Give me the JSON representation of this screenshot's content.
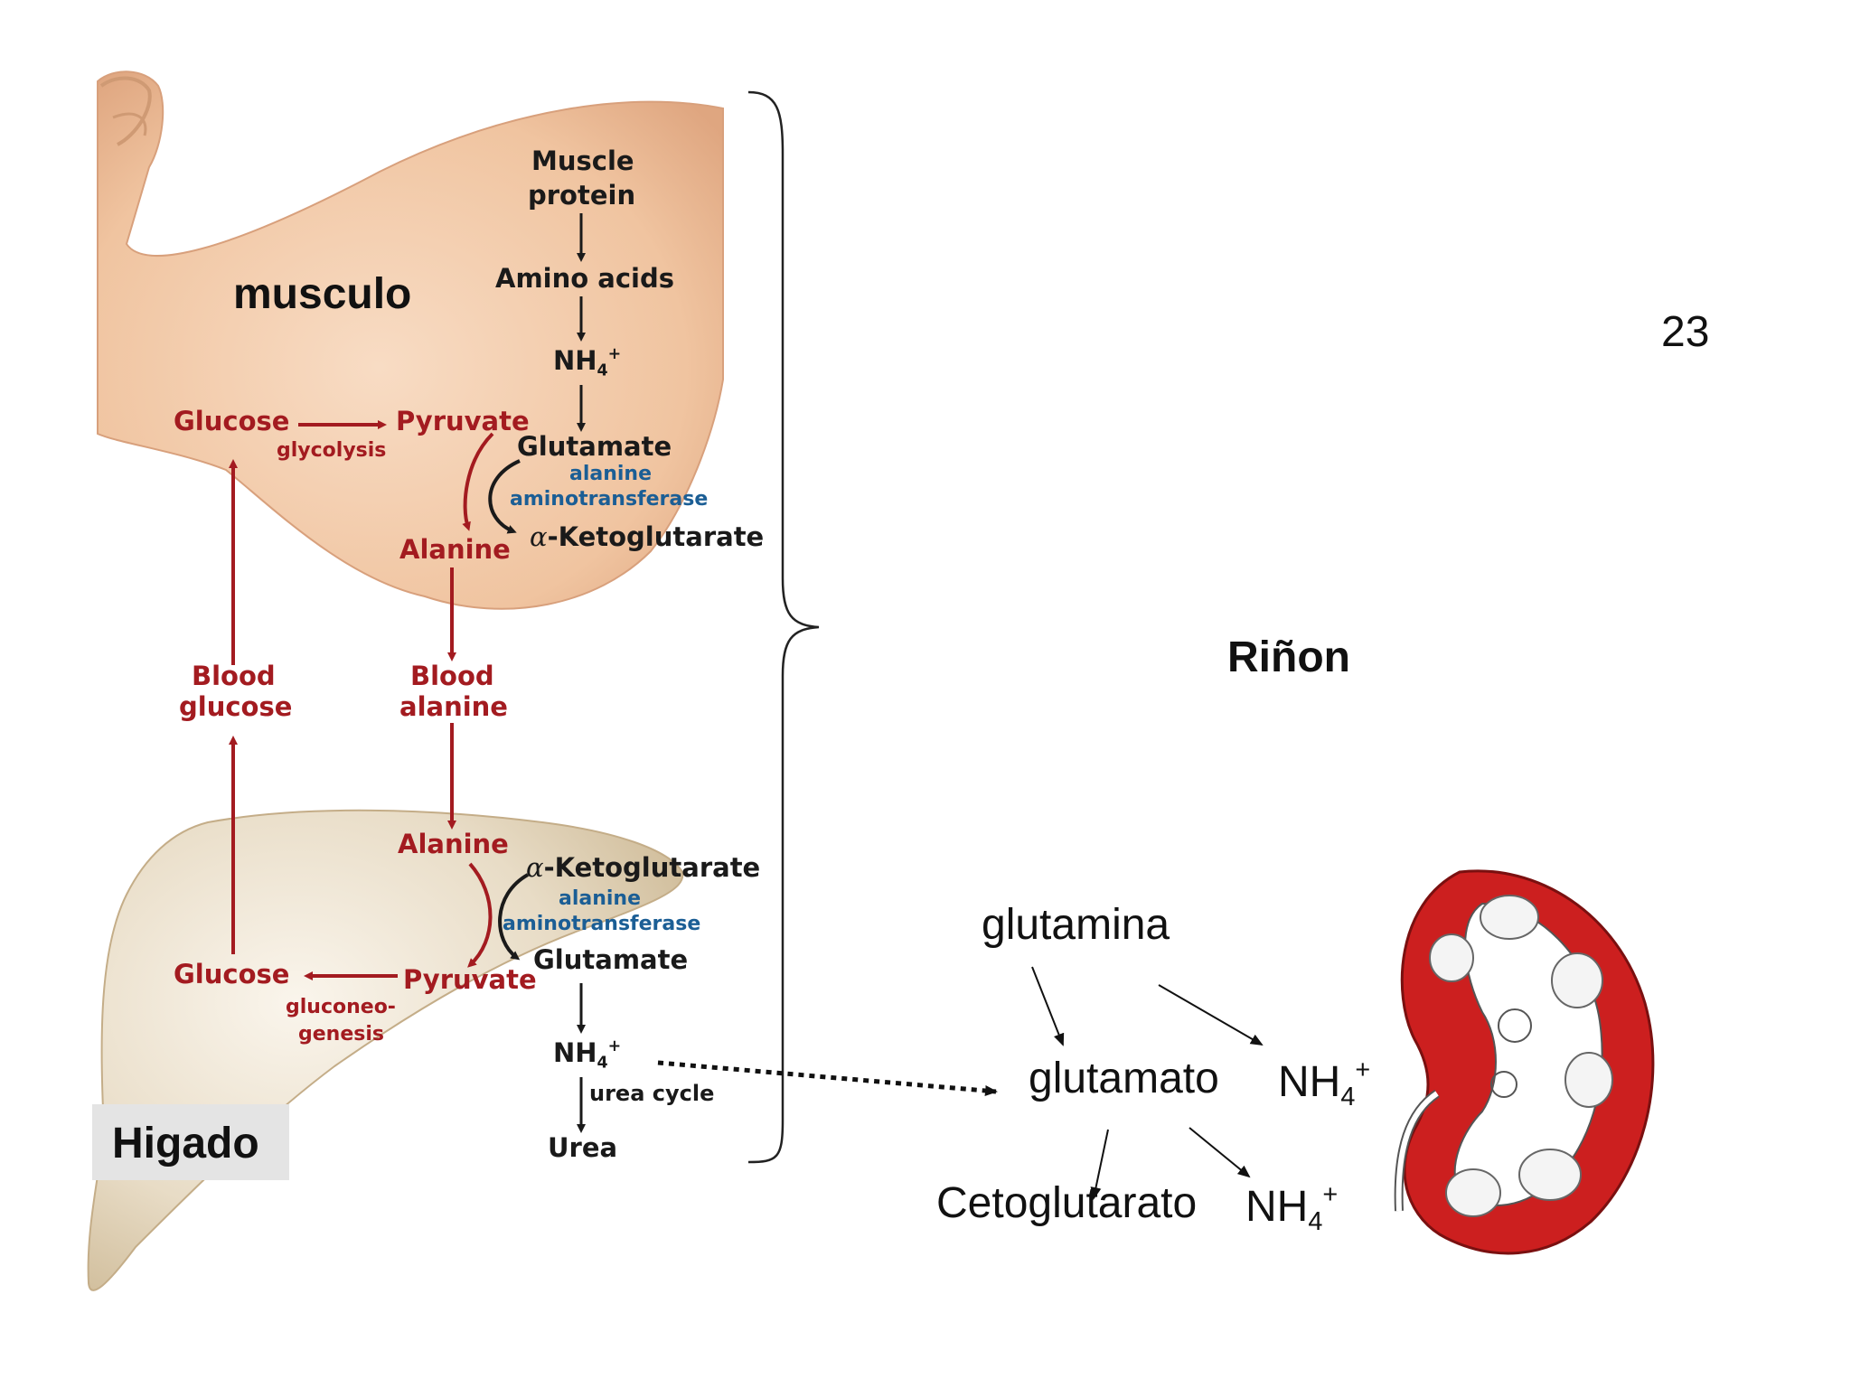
{
  "slide": {
    "page_number": "23",
    "label_muscle": "musculo",
    "label_liver": "Higado",
    "label_kidney": "Riñon"
  },
  "muscle": {
    "muscle_protein_line1": "Muscle",
    "muscle_protein_line2": "protein",
    "amino_acids": "Amino acids",
    "nh4": "NH",
    "glucose": "Glucose",
    "pyruvate": "Pyruvate",
    "glycolysis": "glycolysis",
    "glutamate": "Glutamate",
    "enzyme_line1": "alanine",
    "enzyme_line2": "aminotransferase",
    "alanine": "Alanine",
    "ketoglutarate": "-Ketoglutarate"
  },
  "blood": {
    "glucose_line1": "Blood",
    "glucose_line2": "glucose",
    "alanine_line1": "Blood",
    "alanine_line2": "alanine"
  },
  "liver": {
    "alanine": "Alanine",
    "ketoglutarate": "-Ketoglutarate",
    "enzyme_line1": "alanine",
    "enzyme_line2": "aminotransferase",
    "glutamate": "Glutamate",
    "glucose": "Glucose",
    "pyruvate": "Pyruvate",
    "gluconeo_line1": "gluconeo-",
    "gluconeo_line2": "genesis",
    "nh4": "NH",
    "urea_cycle": "urea cycle",
    "urea": "Urea"
  },
  "kidney": {
    "glutamina": "glutamina",
    "glutamato": "glutamato",
    "nh4_a": "NH",
    "cetoglutarato": "Cetoglutarato",
    "nh4_b": "NH"
  },
  "colors": {
    "pathway_red": "#a31b20",
    "enzyme_blue": "#1b5e95",
    "arm_skin": "#f2c9a8",
    "liver_tan": "#e2d2ba",
    "kidney_red": "#cc1f1f"
  }
}
